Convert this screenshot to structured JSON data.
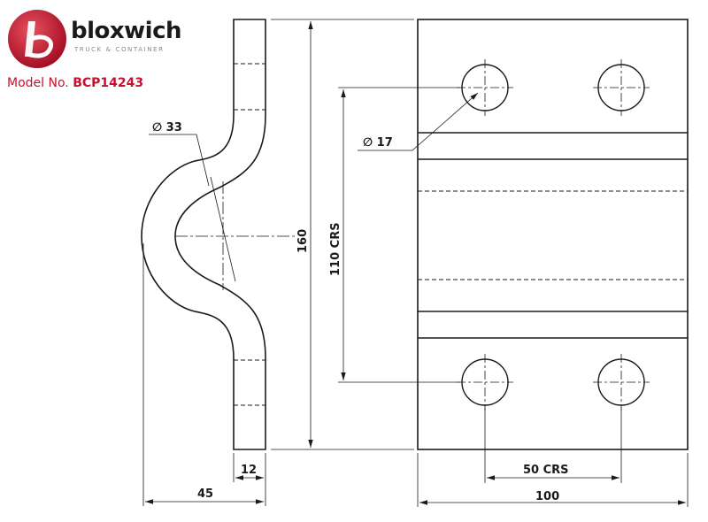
{
  "logo": {
    "word": "bloxwich",
    "tagline": "TRUCK & CONTAINER",
    "emblem_color": "#c8102e"
  },
  "model": {
    "prefix": "Model No.",
    "number": "BCP14243",
    "color": "#c8102e"
  },
  "dimensions": {
    "bend_diameter": "∅ 33",
    "hole_diameter": "∅ 17",
    "thickness": "12",
    "depth": "45",
    "height": "160",
    "vertical_centres": "110 CRS",
    "horizontal_centres": "50 CRS",
    "width": "100"
  }
}
